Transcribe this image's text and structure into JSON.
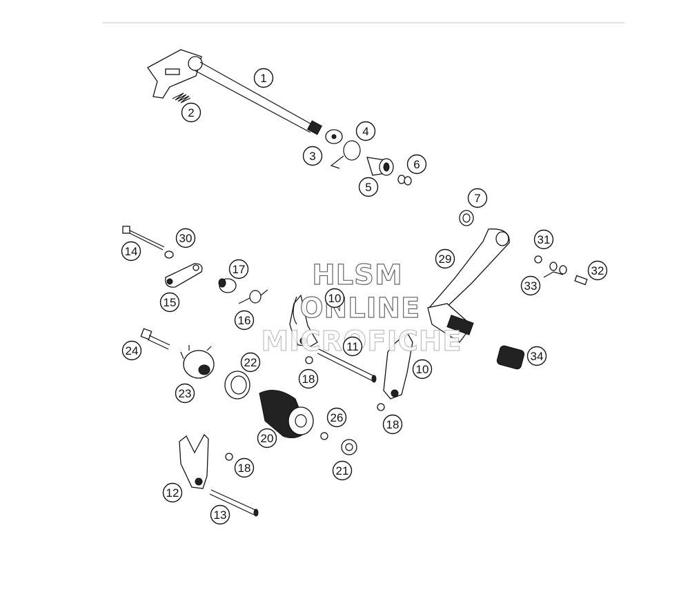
{
  "diagram": {
    "callouts": [
      {
        "id": "c1",
        "label": "1"
      },
      {
        "id": "c2",
        "label": "2"
      },
      {
        "id": "c3",
        "label": "3"
      },
      {
        "id": "c4",
        "label": "4"
      },
      {
        "id": "c5",
        "label": "5"
      },
      {
        "id": "c6",
        "label": "6"
      },
      {
        "id": "c7",
        "label": "7"
      },
      {
        "id": "c29",
        "label": "29"
      },
      {
        "id": "c31",
        "label": "31"
      },
      {
        "id": "c32",
        "label": "32"
      },
      {
        "id": "c33",
        "label": "33"
      },
      {
        "id": "c34",
        "label": "34"
      },
      {
        "id": "c30",
        "label": "30"
      },
      {
        "id": "c14",
        "label": "14"
      },
      {
        "id": "c15",
        "label": "15"
      },
      {
        "id": "c17",
        "label": "17"
      },
      {
        "id": "c16",
        "label": "16"
      },
      {
        "id": "c10a",
        "label": "10"
      },
      {
        "id": "c11",
        "label": "11"
      },
      {
        "id": "c10b",
        "label": "10"
      },
      {
        "id": "c24",
        "label": "24"
      },
      {
        "id": "c22",
        "label": "22"
      },
      {
        "id": "c18a",
        "label": "18"
      },
      {
        "id": "c23",
        "label": "23"
      },
      {
        "id": "c20",
        "label": "20"
      },
      {
        "id": "c26",
        "label": "26"
      },
      {
        "id": "c18b",
        "label": "18"
      },
      {
        "id": "c21",
        "label": "21"
      },
      {
        "id": "c18c",
        "label": "18"
      },
      {
        "id": "c12",
        "label": "12"
      },
      {
        "id": "c13",
        "label": "13"
      }
    ],
    "watermark": {
      "line1": "HLSM",
      "line2": "ONLINE",
      "line3": "MICROFICHE"
    },
    "colors": {
      "line": "#111111",
      "background": "#ffffff",
      "rule": "#d9d9d9"
    }
  }
}
